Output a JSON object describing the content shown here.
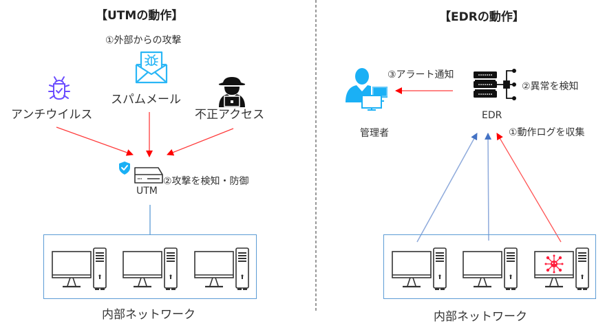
{
  "utm": {
    "title": "【UTMの動作】",
    "step1": "①外部からの攻撃",
    "threats": [
      {
        "label": "アンチウイルス",
        "icon": "bug-shield-icon",
        "color": "#6a4cff"
      },
      {
        "label": "スパムメール",
        "icon": "spam-mail-icon",
        "color": "#29b6f6"
      },
      {
        "label": "不正アクセス",
        "icon": "hacker-icon",
        "color": "#111111"
      }
    ],
    "device_label": "UTM",
    "step2": "②攻撃を検知・防御",
    "network_label": "内部ネットワーク",
    "computers": 3
  },
  "edr": {
    "title": "【EDRの動作】",
    "admin_label": "管理者",
    "step3": "③アラート通知",
    "device_label": "EDR",
    "step2": "②異常を検知",
    "step1": "①動作ログを収集",
    "network_label": "内部ネットワーク",
    "computers": 3,
    "infected_index": 2
  },
  "colors": {
    "attack_arrow": "#ff0000",
    "log_arrow": "#4472c4",
    "log_line": "#8eaadb",
    "network_border": "#5b9bd5",
    "icon_blue": "#1ab0f5",
    "divider": "#555555"
  }
}
